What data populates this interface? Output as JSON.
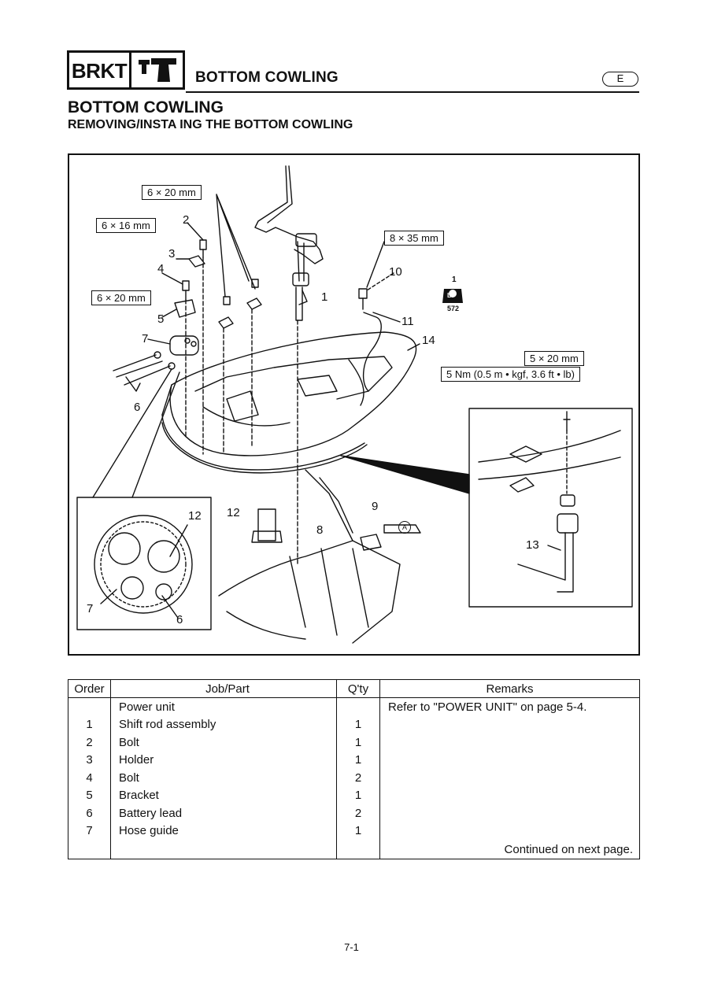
{
  "header": {
    "brkt_label": "BRKT",
    "section_title": "BOTTOM COWLING",
    "language_badge": "E",
    "icon": "bracket-icon"
  },
  "headings": {
    "title": "BOTTOM COWLING",
    "subtitle": "REMOVING/INSTA ING THE BOTTOM COWLING"
  },
  "diagram": {
    "specs": {
      "s1": "6 × 20 mm",
      "s2": "6 × 16 mm",
      "s3": "6 × 20 mm",
      "s4": "8 × 35 mm",
      "s5": "5 × 20 mm",
      "s6": "5 Nm (0.5 m • kgf, 3.6 ft • lb)"
    },
    "callouts": {
      "n1": "1",
      "n2": "2",
      "n3": "3",
      "n4": "4",
      "n5": "5",
      "n6": "6",
      "n7": "7",
      "n8": "8",
      "n9": "9",
      "n10": "10",
      "n11": "11",
      "n12": "12",
      "n13": "13",
      "n14": "14",
      "inset_12": "12",
      "inset_7": "7",
      "inset_6": "6"
    },
    "lt_label": "572",
    "lt_count": "1",
    "lt_symbol": "LT",
    "marker_a": "A"
  },
  "table": {
    "headers": {
      "order": "Order",
      "part": "Job/Part",
      "qty": "Q'ty",
      "remarks": "Remarks"
    },
    "rows": [
      {
        "order": "",
        "part": "Power unit",
        "qty": "",
        "remarks": "Refer to \"POWER UNIT\" on page 5-4."
      },
      {
        "order": "1",
        "part": "Shift rod assembly",
        "qty": "1",
        "remarks": ""
      },
      {
        "order": "2",
        "part": "Bolt",
        "qty": "1",
        "remarks": ""
      },
      {
        "order": "3",
        "part": "Holder",
        "qty": "1",
        "remarks": ""
      },
      {
        "order": "4",
        "part": "Bolt",
        "qty": "2",
        "remarks": ""
      },
      {
        "order": "5",
        "part": "Bracket",
        "qty": "1",
        "remarks": ""
      },
      {
        "order": "6",
        "part": "Battery lead",
        "qty": "2",
        "remarks": ""
      },
      {
        "order": "7",
        "part": "Hose guide",
        "qty": "1",
        "remarks": ""
      }
    ],
    "continued": "Continued on next page."
  },
  "page_number": "7-1"
}
